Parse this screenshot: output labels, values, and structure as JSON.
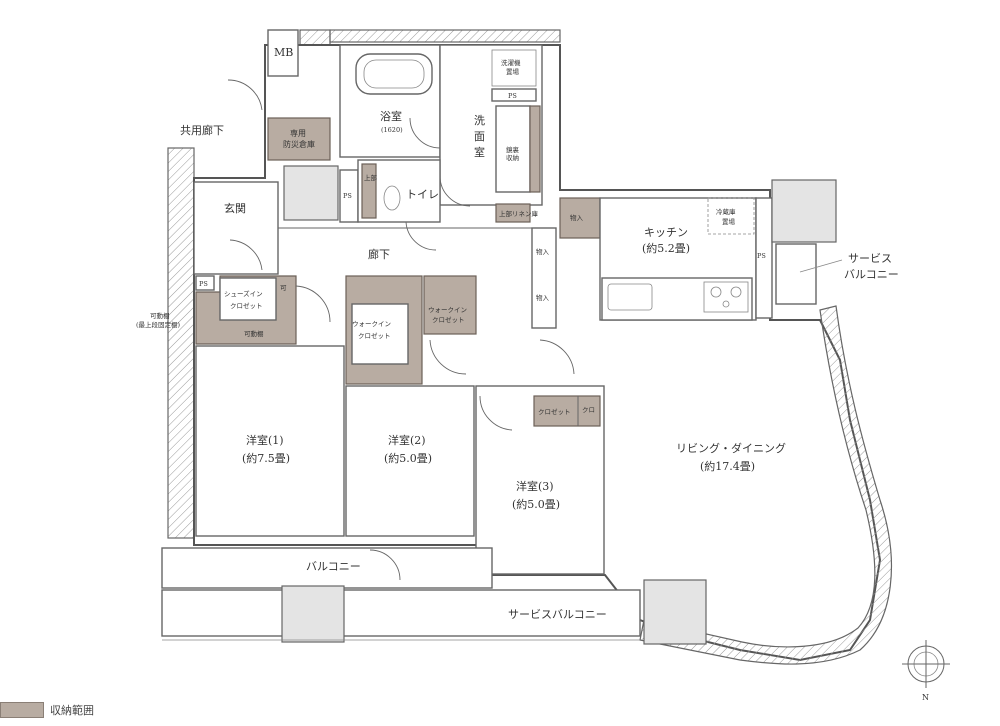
{
  "labels": {
    "mb": "MB",
    "bath": "浴室",
    "bath_size": "(1620)",
    "washroom": "洗面室",
    "laundry": "洗濯機置場",
    "ps": "PS",
    "common_corridor": "共用廊下",
    "disaster_storage": "専用防災倉庫",
    "toilet": "トイレ",
    "upper_shelf": "上部吊り棚",
    "linen": "上部リネン庫",
    "mirror_storage": "鏡裏収納",
    "genkan": "玄関",
    "corridor": "廊下",
    "storage": "物入",
    "kitchen": "キッチン",
    "kitchen_size": "(約5.2畳)",
    "fridge": "冷蔵庫置場",
    "service_balcony": "サービスバルコニー",
    "shoes_closet": "シューズインクローゼット",
    "movable_shelf": "可動棚",
    "movable_shelf_note": "可動棚(最上段固定棚)",
    "walkin": "ウォークインクローゼット",
    "closet": "クロゼット",
    "room1": "洋室(1)",
    "room1_size": "(約7.5畳)",
    "room2": "洋室(2)",
    "room2_size": "(約5.0畳)",
    "room3": "洋室(3)",
    "room3_size": "(約5.0畳)",
    "living": "リビング・ダイニング",
    "living_size": "(約17.4畳)",
    "balcony": "バルコニー",
    "north": "N"
  },
  "legend": {
    "text": "収納範囲",
    "color": "#b8aca2"
  }
}
